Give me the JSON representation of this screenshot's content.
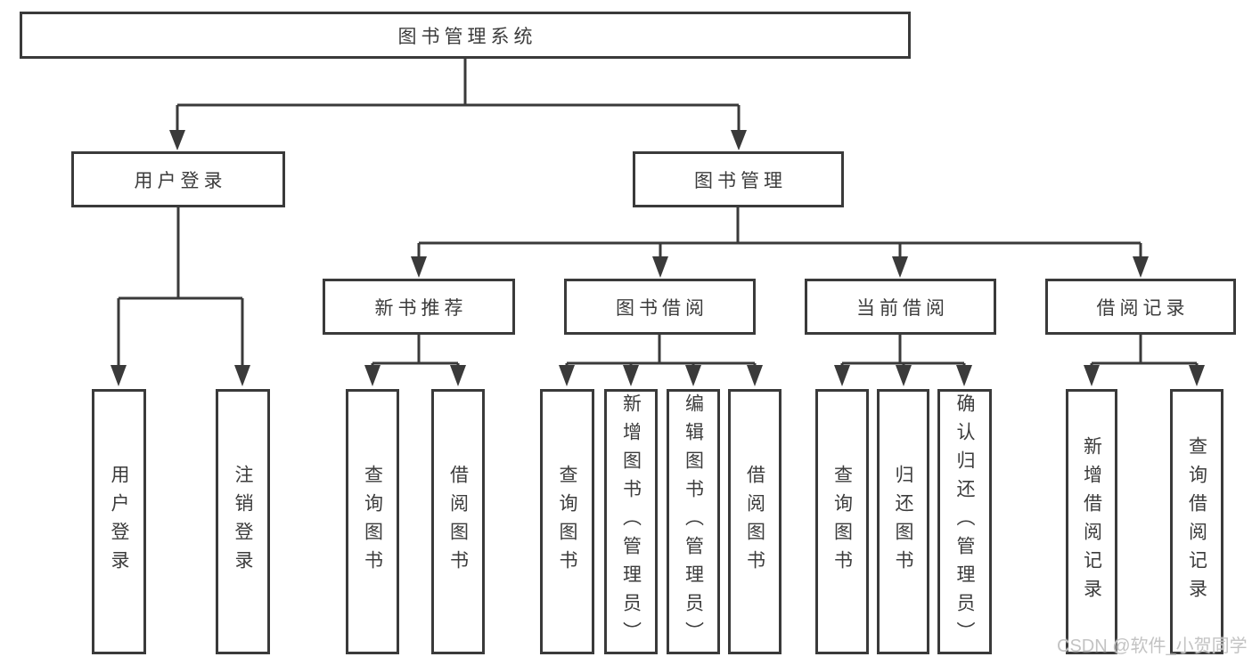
{
  "root": {
    "label": "图书管理系统"
  },
  "level2": [
    {
      "label": "用户登录",
      "children": [
        {
          "label": "用户登录"
        },
        {
          "label": "注销登录"
        }
      ]
    },
    {
      "label": "图书管理",
      "children": [
        {
          "label": "新书推荐",
          "children": [
            {
              "label": "查询图书"
            },
            {
              "label": "借阅图书"
            }
          ]
        },
        {
          "label": "图书借阅",
          "children": [
            {
              "label": "查询图书"
            },
            {
              "label": "新增图书（管理员）"
            },
            {
              "label": "编辑图书（管理员）"
            },
            {
              "label": "借阅图书"
            }
          ]
        },
        {
          "label": "当前借阅",
          "children": [
            {
              "label": "查询图书"
            },
            {
              "label": "归还图书"
            },
            {
              "label": "确认归还（管理员）"
            }
          ]
        },
        {
          "label": "借阅记录",
          "children": [
            {
              "label": "新增借阅记录"
            },
            {
              "label": "查询借阅记录"
            }
          ]
        }
      ]
    }
  ],
  "watermark": "CSDN @软件_小贺同学",
  "colors": {
    "line": "#3a3a3a",
    "text": "#3c3c3c",
    "box_background": "#ffffff",
    "page_background": "#ffffff",
    "watermark": "#c3c3c3"
  }
}
